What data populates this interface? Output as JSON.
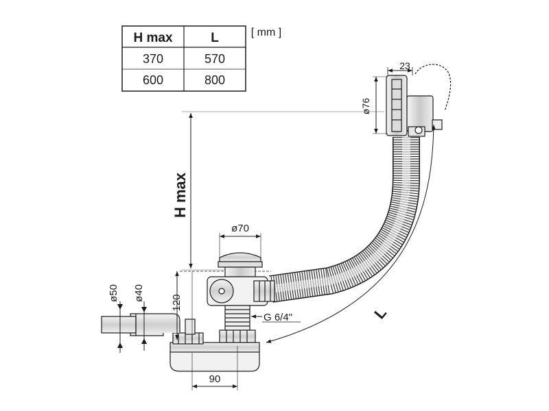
{
  "units": "[ mm ]",
  "table": {
    "headers": [
      "H max",
      "L"
    ],
    "rows": [
      [
        "370",
        "570"
      ],
      [
        "600",
        "800"
      ]
    ]
  },
  "dimensions": {
    "overflow_diameter": "ø76",
    "overflow_depth": "23",
    "height_label": "H max",
    "length_label": "L",
    "drain_diameter": "ø70",
    "trap_height": "120",
    "thread": "G 6/4\"",
    "outlet_outer_diameter": "ø50",
    "outlet_inner_diameter": "ø40",
    "trap_width": "90"
  }
}
